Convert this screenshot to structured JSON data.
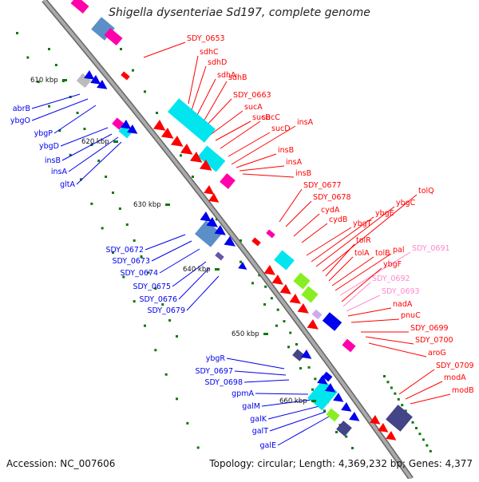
{
  "header": {
    "title": "Shigella dysenteriae Sd197, complete genome"
  },
  "footer": {
    "accession": "Accession: NC_007606",
    "topology": "Topology: circular; Length: 4,369,232 bp; Genes: 4,377"
  },
  "colors": {
    "backbone": "#999999",
    "forward": "#ff0000",
    "reverse": "#0000ee",
    "gc_marker": "#0b7a0b",
    "pseudo_label": "#ff88cc",
    "magenta": "#ff00aa",
    "cyan": "#00e5ee",
    "steel_blue": "#5b8fc8",
    "lime": "#88ee22",
    "slate": "#444488"
  },
  "kbp_ticks": [
    "610 kbp",
    "620 kbp",
    "630 kbp",
    "640 kbp",
    "650 kbp",
    "660 kbp"
  ],
  "left_genes": [
    "abrB",
    "ybgO",
    "ybgP",
    "ybgD",
    "insB",
    "insA",
    "gltA",
    "SDY_0672",
    "SDY_0673",
    "SDY_0674",
    "SDY_0675",
    "SDY_0676",
    "SDY_0679",
    "ybgR",
    "SDY_0697",
    "SDY_0698",
    "gpmA",
    "galM",
    "galK",
    "galT",
    "galE"
  ],
  "right_genes": [
    "SDY_0653",
    "sdhC",
    "sdhD",
    "sdhA",
    "sdhB",
    "SDY_0663",
    "sucA",
    "sucB",
    "sucC",
    "sucD",
    "insA",
    "insB",
    "insA",
    "insB",
    "SDY_0677",
    "SDY_0678",
    "cydA",
    "cydB",
    "ybgT",
    "ybgE",
    "ybgC",
    "tolQ",
    "tolR",
    "tolA",
    "tolB",
    "pal",
    "SDY_0691",
    "ybgF",
    "SDY_0692",
    "SDY_0693",
    "nadA",
    "pnuC",
    "SDY_0699",
    "SDY_0700",
    "aroG",
    "SDY_0709",
    "modA",
    "modB"
  ]
}
